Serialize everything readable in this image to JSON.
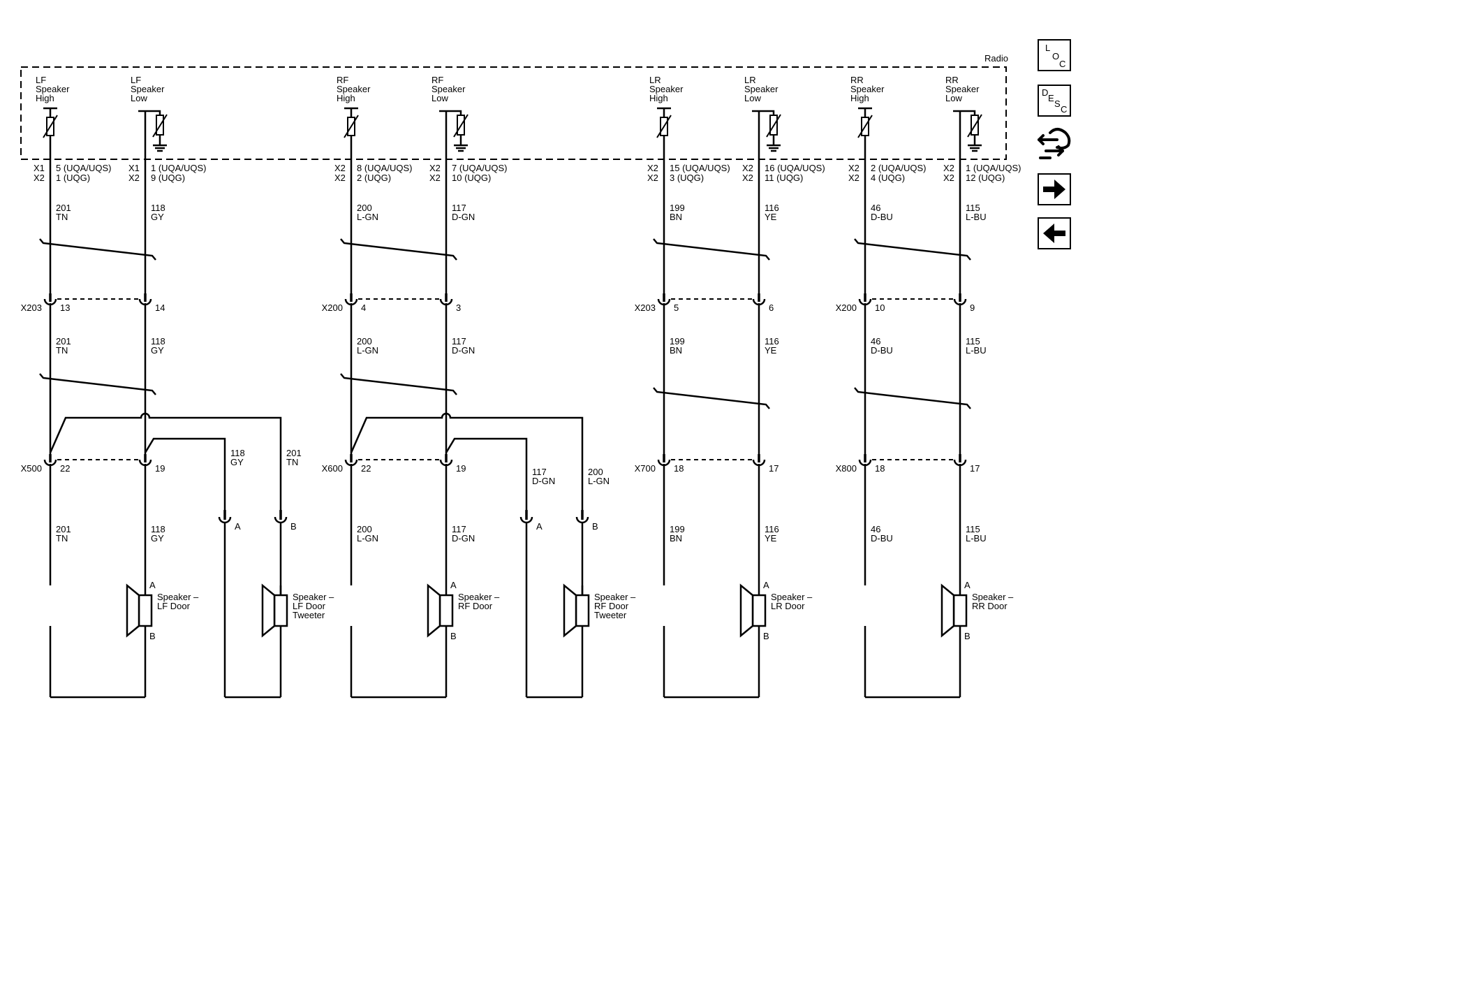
{
  "radio_label": "Radio",
  "speaker_inputs": [
    {
      "lines": [
        "LF",
        "Speaker",
        "High"
      ],
      "pin_names": [
        "X1",
        "X2"
      ],
      "pin_vals": [
        "5 (UQA/UQS)",
        "1 (UQG)"
      ],
      "circuit": "201",
      "color": "TN",
      "ground": false
    },
    {
      "lines": [
        "LF",
        "Speaker",
        "Low"
      ],
      "pin_names": [
        "X1",
        "X2"
      ],
      "pin_vals": [
        "1 (UQA/UQS)",
        "9 (UQG)"
      ],
      "circuit": "118",
      "color": "GY",
      "ground": true
    },
    {
      "lines": [
        "RF",
        "Speaker",
        "High"
      ],
      "pin_names": [
        "X2",
        "X2"
      ],
      "pin_vals": [
        "8 (UQA/UQS)",
        "2 (UQG)"
      ],
      "circuit": "200",
      "color": "L-GN",
      "ground": false
    },
    {
      "lines": [
        "RF",
        "Speaker",
        "Low"
      ],
      "pin_names": [
        "X2",
        "X2"
      ],
      "pin_vals": [
        "7 (UQA/UQS)",
        "10 (UQG)"
      ],
      "circuit": "117",
      "color": "D-GN",
      "ground": true
    },
    {
      "lines": [
        "LR",
        "Speaker",
        "High"
      ],
      "pin_names": [
        "X2",
        "X2"
      ],
      "pin_vals": [
        "15 (UQA/UQS)",
        "3 (UQG)"
      ],
      "circuit": "199",
      "color": "BN",
      "ground": false
    },
    {
      "lines": [
        "LR",
        "Speaker",
        "Low"
      ],
      "pin_names": [
        "X2",
        "X2"
      ],
      "pin_vals": [
        "16 (UQA/UQS)",
        "11 (UQG)"
      ],
      "circuit": "116",
      "color": "YE",
      "ground": true
    },
    {
      "lines": [
        "RR",
        "Speaker",
        "High"
      ],
      "pin_names": [
        "X2",
        "X2"
      ],
      "pin_vals": [
        "2 (UQA/UQS)",
        "4 (UQG)"
      ],
      "circuit": "46",
      "color": "D-BU",
      "ground": false
    },
    {
      "lines": [
        "RR",
        "Speaker",
        "Low"
      ],
      "pin_names": [
        "X2",
        "X2"
      ],
      "pin_vals": [
        "1 (UQA/UQS)",
        "12 (UQG)"
      ],
      "circuit": "115",
      "color": "L-BU",
      "ground": true
    }
  ],
  "connectors_upper": [
    {
      "name": "X203",
      "pins": [
        "13",
        "14"
      ]
    },
    {
      "name": "X200",
      "pins": [
        "4",
        "3"
      ]
    },
    {
      "name": "X203",
      "pins": [
        "5",
        "6"
      ]
    },
    {
      "name": "X200",
      "pins": [
        "10",
        "9"
      ]
    }
  ],
  "connectors_lower": [
    {
      "name": "X500",
      "pins": [
        "22",
        "19"
      ]
    },
    {
      "name": "X600",
      "pins": [
        "22",
        "19"
      ]
    },
    {
      "name": "X700",
      "pins": [
        "18",
        "17"
      ]
    },
    {
      "name": "X800",
      "pins": [
        "18",
        "17"
      ]
    }
  ],
  "tweeter_branches": [
    {
      "circuit": "118",
      "color": "GY",
      "pin": "A"
    },
    {
      "circuit": "201",
      "color": "TN",
      "pin": "B"
    },
    {
      "circuit": "117",
      "color": "D-GN",
      "pin": "A"
    },
    {
      "circuit": "200",
      "color": "L-GN",
      "pin": "B"
    }
  ],
  "speakers": [
    {
      "lines": [
        "Speaker –",
        "LF Door"
      ],
      "pin_a": "A",
      "pin_b": "B"
    },
    {
      "lines": [
        "Speaker –",
        "LF Door",
        "Tweeter"
      ]
    },
    {
      "lines": [
        "Speaker –",
        "RF Door"
      ],
      "pin_a": "A",
      "pin_b": "B"
    },
    {
      "lines": [
        "Speaker –",
        "RF Door",
        "Tweeter"
      ]
    },
    {
      "lines": [
        "Speaker –",
        "LR Door"
      ],
      "pin_a": "A",
      "pin_b": "B"
    },
    {
      "lines": [
        "Speaker –",
        "RR Door"
      ],
      "pin_a": "A",
      "pin_b": "B"
    }
  ],
  "side_nav": [
    {
      "icon": "loc-icon",
      "glyphs": [
        "L",
        "O",
        "C"
      ]
    },
    {
      "icon": "desc-icon",
      "glyphs": [
        "D",
        "E",
        "S",
        "C"
      ]
    },
    {
      "icon": "connector-hand-icon",
      "glyphs": []
    },
    {
      "icon": "arrow-right-icon",
      "glyphs": []
    },
    {
      "icon": "arrow-left-icon",
      "glyphs": []
    }
  ]
}
